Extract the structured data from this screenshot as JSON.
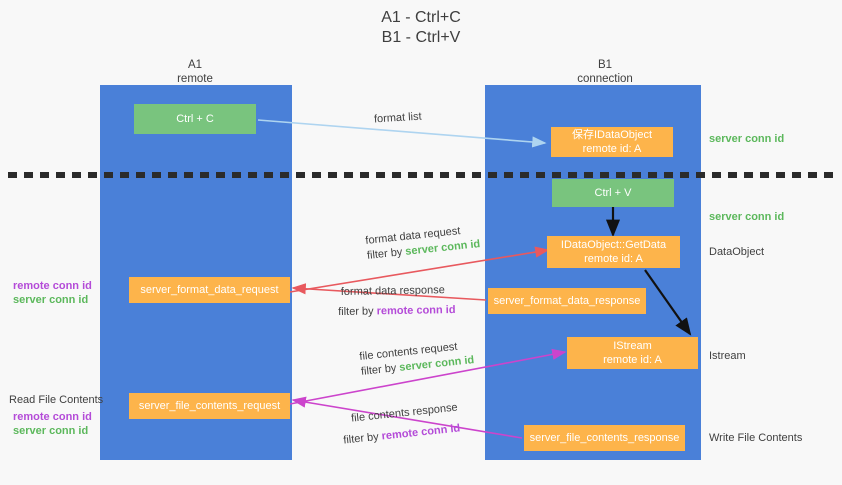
{
  "title": {
    "line1": "A1 - Ctrl+C",
    "line2": "B1 - Ctrl+V"
  },
  "columns": [
    {
      "name": "A1",
      "sub": "remote"
    },
    {
      "name": "B1",
      "sub": "connection"
    }
  ],
  "boxes": {
    "ctrl_c": {
      "label": "Ctrl + C"
    },
    "ctrl_v": {
      "label": "Ctrl + V"
    },
    "save_dataobject": {
      "line1": "保存IDataObject",
      "line2": "remote id: A"
    },
    "getdata": {
      "line1": "IDataObject::GetData",
      "line2": "remote id: A"
    },
    "istream": {
      "line1": "IStream",
      "line2": "remote id: A"
    },
    "server_format_data_request": {
      "label": "server_format_data_request"
    },
    "server_format_data_response": {
      "label": "server_format_data_response"
    },
    "server_file_contents_request": {
      "label": "server_file_contents_request"
    },
    "server_file_contents_response": {
      "label": "server_file_contents_response"
    }
  },
  "flows": {
    "format_list": {
      "text": "format list"
    },
    "format_data_request": {
      "line1": "format data request",
      "line2_prefix": "filter by ",
      "line2_key": "server conn id"
    },
    "format_data_response": {
      "line1": "format data response",
      "line2_prefix": "filter by ",
      "line2_key": "remote conn id"
    },
    "file_contents_request": {
      "line1": "file contents request",
      "line2_prefix": "filter by ",
      "line2_key": "server conn id"
    },
    "file_contents_response": {
      "line1": "file contents response",
      "line2_prefix": "filter by ",
      "line2_key": "remote conn id"
    }
  },
  "annotations": {
    "right_server_conn_1": "server conn id",
    "right_server_conn_2": "server conn id",
    "right_dataobject": "DataObject",
    "right_istream": "Istream",
    "right_write_file_contents": "Write File Contents",
    "left_remote_conn_1": "remote conn id",
    "left_server_conn_1": "server conn id",
    "left_read_file_contents": "Read File Contents",
    "left_remote_conn_2": "remote conn id",
    "left_server_conn_2": "server conn id"
  },
  "colors": {
    "background": "#f8f8f8",
    "lane": "#4a80d8",
    "box_orange": "#fdb44b",
    "box_green": "#79c47e",
    "green_text": "#5cb85c",
    "purple_text": "#b44bd8",
    "arrow_light_blue": "#aed4f0",
    "arrow_red": "#e8595e",
    "arrow_magenta": "#cc44cc",
    "arrow_black": "#111111",
    "text": "#3f3f3f"
  }
}
